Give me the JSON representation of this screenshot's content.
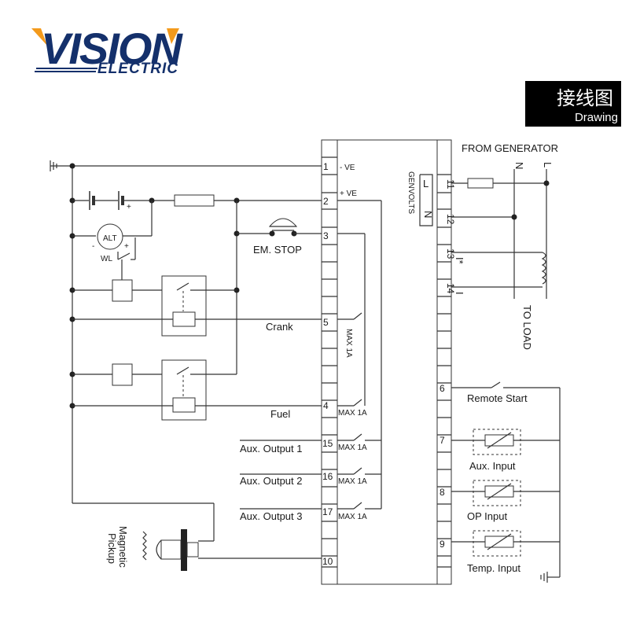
{
  "logo": {
    "main": "VISION",
    "sub": "ELECTRIC"
  },
  "badge": {
    "title": "接线图",
    "subtitle": "Drawing"
  },
  "terminals_left": [
    "1",
    "2",
    "3",
    "5",
    "4",
    "15",
    "16",
    "17",
    "10"
  ],
  "terminal_notes": {
    "t1": "- VE",
    "t2": "+ VE"
  },
  "terminals_right": [
    "11",
    "12",
    "13",
    "14",
    "6",
    "7",
    "8",
    "9"
  ],
  "labels": {
    "em_stop": "EM.  STOP",
    "crank": "Crank",
    "fuel": "Fuel",
    "aux_out_1": "Aux.  Output 1",
    "aux_out_2": "Aux.  Output 2",
    "aux_out_3": "Aux.  Output 3",
    "max_1a": "MAX 1A",
    "max_1a_v": "MAX 1A",
    "magnetic": "Magnetic",
    "pickup": "Pickup",
    "alt": "ALT",
    "wl": "WL",
    "from_generator": "FROM GENERATOR",
    "n": "N",
    "l": "L",
    "gen_volts_1": "GEN",
    "gen_volts_2": "VOLTS",
    "i_star": "I*",
    "i": "I",
    "to_load": "TO LOAD",
    "remote_start": "Remote  Start",
    "aux_input": "Aux.  Input",
    "op_input": "OP  Input",
    "temp_input": "Temp.  Input"
  }
}
